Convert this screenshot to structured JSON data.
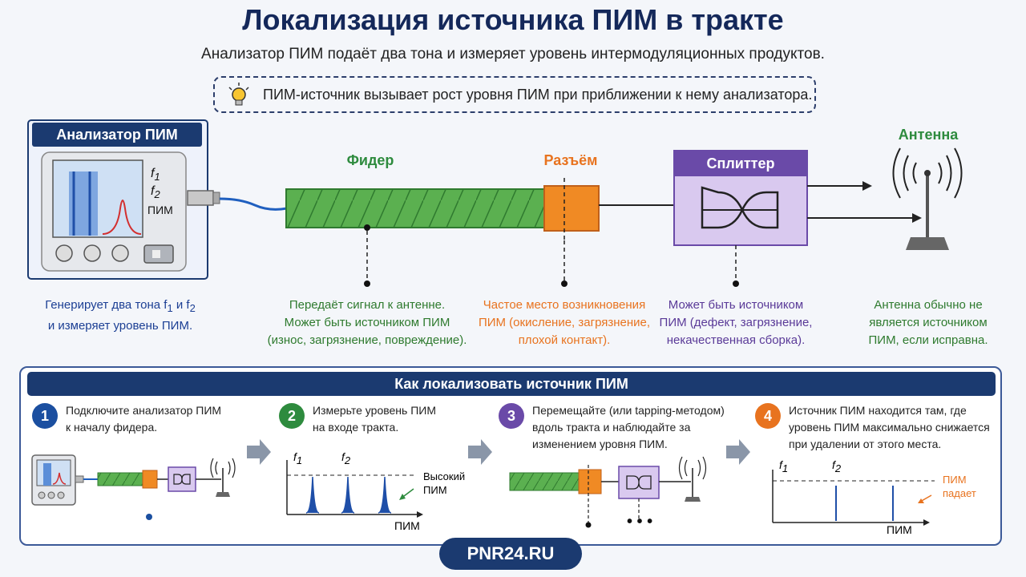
{
  "header": {
    "title": "Локализация источника ПИМ в тракте",
    "subtitle": "Анализатор ПИМ подаёт два тона и измеряет уровень интермодуляционных продуктов.",
    "tip": "ПИМ-источник вызывает рост уровня ПИМ при приближении к нему анализатора."
  },
  "analyzer": {
    "title": "Анализатор ПИМ",
    "legend_f1": "f",
    "legend_f1_sub": "1",
    "legend_f2": "f",
    "legend_f2_sub": "2",
    "legend_pim": "ПИМ",
    "desc_1": "Генерирует два тона f",
    "desc_1_sub1": "1",
    "desc_1_mid": " и f",
    "desc_1_sub2": "2",
    "desc_2": "и измеряет уровень ПИМ."
  },
  "feeder": {
    "label": "Фидер",
    "desc": [
      "Передаёт сигнал к антенне.",
      "Может быть источником ПИМ",
      "(износ, загрязнение, повреждение)."
    ]
  },
  "connector": {
    "label": "Разъём",
    "desc": [
      "Частое место возникновения",
      "ПИМ (окисление, загрязнение,",
      "плохой контакт)."
    ]
  },
  "splitter": {
    "label": "Сплиттер",
    "desc": [
      "Может быть источником",
      "ПИМ (дефект, загрязнение,",
      "некачественная сборка)."
    ]
  },
  "antenna": {
    "label": "Антенна",
    "desc": [
      "Антенна обычно не",
      "является источником",
      "ПИМ, если исправна."
    ]
  },
  "howto": {
    "title": "Как локализовать источник ПИМ",
    "steps": [
      {
        "num": "1",
        "lines": [
          "Подключите анализатор ПИМ",
          "к началу фидера."
        ]
      },
      {
        "num": "2",
        "lines": [
          "Измерьте уровень ПИМ",
          "на входе тракта."
        ]
      },
      {
        "num": "3",
        "lines": [
          "Перемещайте (или tapping-методом)",
          "вдоль тракта и наблюдайте за",
          "изменением уровня ПИМ."
        ]
      },
      {
        "num": "4",
        "lines": [
          "Источник ПИМ находится там, где",
          "уровень ПИМ максимально снижается",
          "при удалении от этого места."
        ]
      }
    ],
    "step2_chart": {
      "f1": "f",
      "f1_sub": "1",
      "f2": "f",
      "f2_sub": "2",
      "axis": "ПИМ",
      "note_1": "Высокий",
      "note_2": "ПИМ"
    },
    "step4_chart": {
      "f1": "f",
      "f1_sub": "1",
      "f2": "f",
      "f2_sub": "2",
      "axis": "ПИМ",
      "note_1": "ПИМ",
      "note_2": "падает"
    },
    "step3_dots": "• • •"
  },
  "footer": {
    "brand": "PNR24.RU"
  },
  "colors": {
    "navy": "#1b3a70",
    "green": "#2e8b3e",
    "orange": "#e8731f",
    "purple": "#6a4aa8",
    "blue_text": "#1c3f94"
  }
}
